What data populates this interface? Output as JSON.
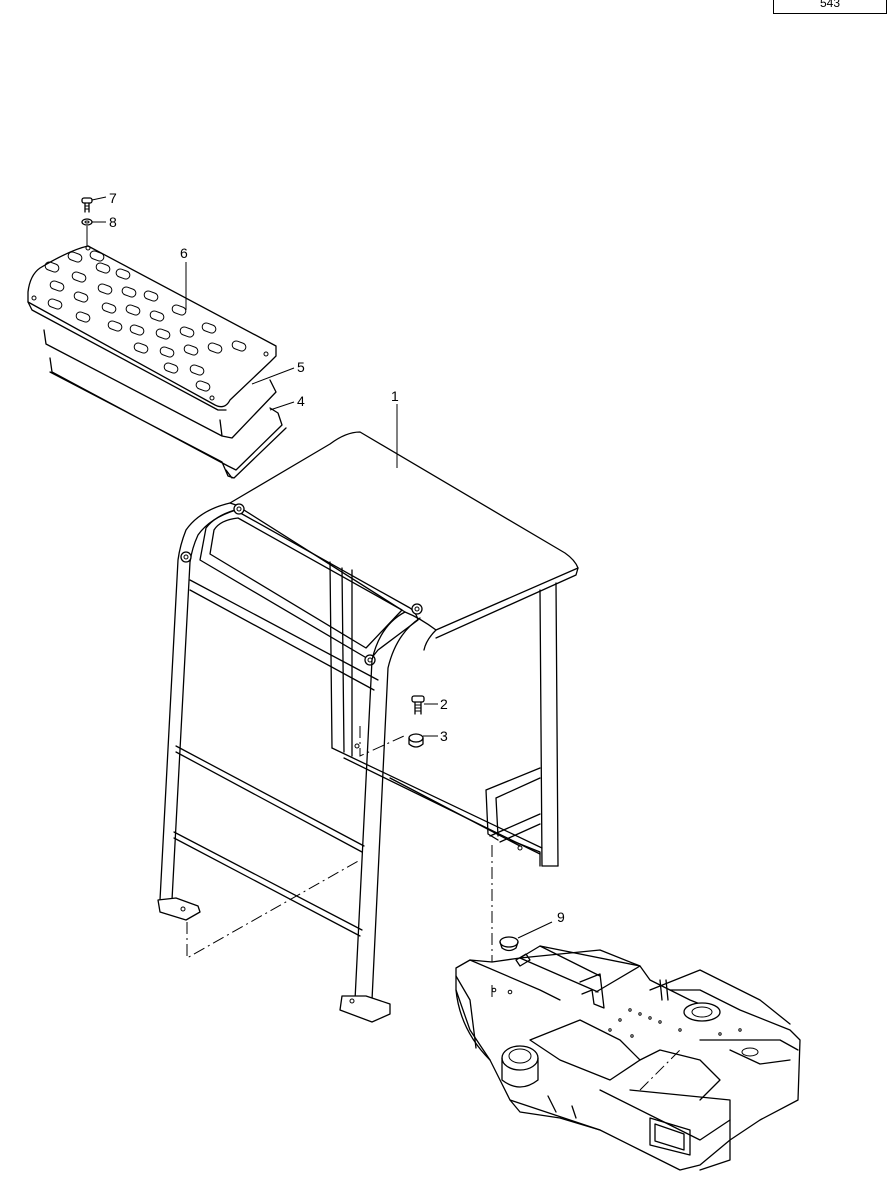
{
  "header": {
    "page_ref": "543"
  },
  "callouts": [
    {
      "id": "1",
      "label": "1"
    },
    {
      "id": "2",
      "label": "2"
    },
    {
      "id": "3",
      "label": "3"
    },
    {
      "id": "4",
      "label": "4"
    },
    {
      "id": "5",
      "label": "5"
    },
    {
      "id": "6",
      "label": "6"
    },
    {
      "id": "7",
      "label": "7"
    },
    {
      "id": "8",
      "label": "8"
    },
    {
      "id": "9",
      "label": "9"
    }
  ]
}
